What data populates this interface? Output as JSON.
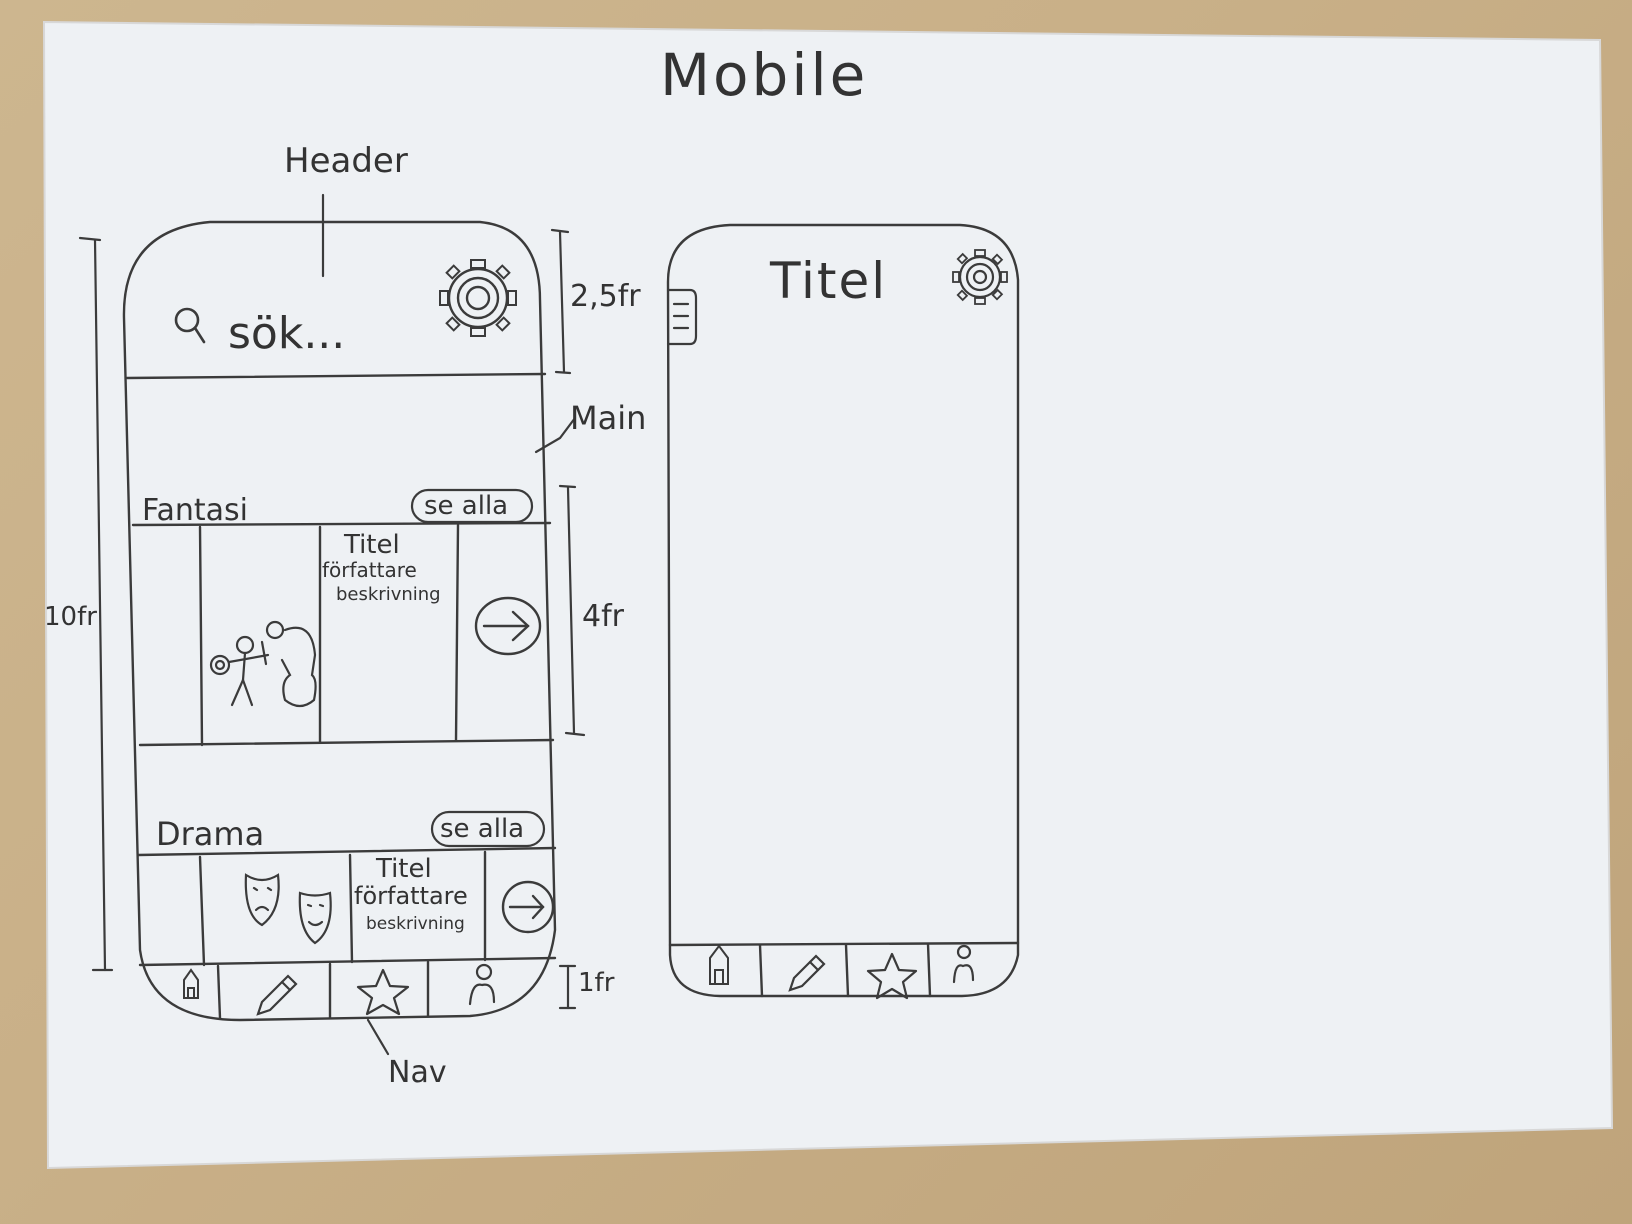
{
  "sheet": {
    "title": "Mobile",
    "annotations": {
      "header": "Header",
      "main": "Main",
      "nav": "Nav",
      "total": "10fr",
      "header_height": "2,5fr",
      "row_height": "4fr",
      "nav_height": "1fr"
    }
  },
  "phone_home": {
    "search": {
      "icon": "search-icon",
      "placeholder": "sök..."
    },
    "settings_icon": "gear-icon",
    "sections": [
      {
        "name": "Fantasi",
        "see_all": "se alla",
        "card": {
          "title": "Titel",
          "author": "författare",
          "description": "beskrivning"
        },
        "image": "figure-sketch",
        "arrow_icon": "arrow-right-circle-icon"
      },
      {
        "name": "Drama",
        "see_all": "se alla",
        "card": {
          "title": "Titel",
          "author": "författare",
          "description": "beskrivning"
        },
        "image": "drama-masks",
        "arrow_icon": "arrow-right-circle-icon"
      }
    ],
    "nav": [
      "home-icon",
      "pencil-icon",
      "star-icon",
      "person-icon"
    ]
  },
  "phone_detail": {
    "title": "Titel",
    "settings_icon": "gear-icon",
    "menu_icon": "menu-icon",
    "nav": [
      "home-icon",
      "pencil-icon",
      "star-icon",
      "person-icon"
    ]
  }
}
